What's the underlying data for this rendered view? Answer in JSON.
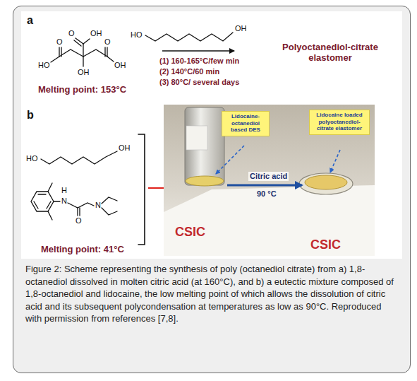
{
  "diagram": {
    "caption": "Figure 2: Scheme representing the synthesis of poly (octanediol citrate) from a) 1,8-octanediol dissolved in molten citric acid (at 160°C), and b) a eutectic mixture composed of 1,8-octanediol and lidocaine, the low melting point of which allows the dissolution of citric acid and its subsequent polycondensation at temperatures as low as 90°C. Reproduced with permission from references [7,8].",
    "nodes": [
      {
        "text": [
          "Lidocaine-octanediol based DES"
        ]
      },
      {
        "text": [
          "Lidocaine loaded polyoctanediol-citrate elastomer"
        ]
      }
    ],
    "labels": [
      "a",
      "Melting point: 153°C",
      "O",
      "HO",
      "O",
      "OH",
      "OH",
      "O",
      "OH",
      "HO",
      "OH",
      "(1) 160-165°C/few min",
      "(2) 140°C/60 min",
      "(3) 80°C/ several days",
      "Polyoctanediol-citrate elastomer",
      "b",
      "HO",
      "OH",
      "H",
      "N",
      "O",
      "N",
      "Melting point: 41°C",
      "Citric acid",
      "90 °C",
      "CSIC",
      "CSIC"
    ]
  }
}
